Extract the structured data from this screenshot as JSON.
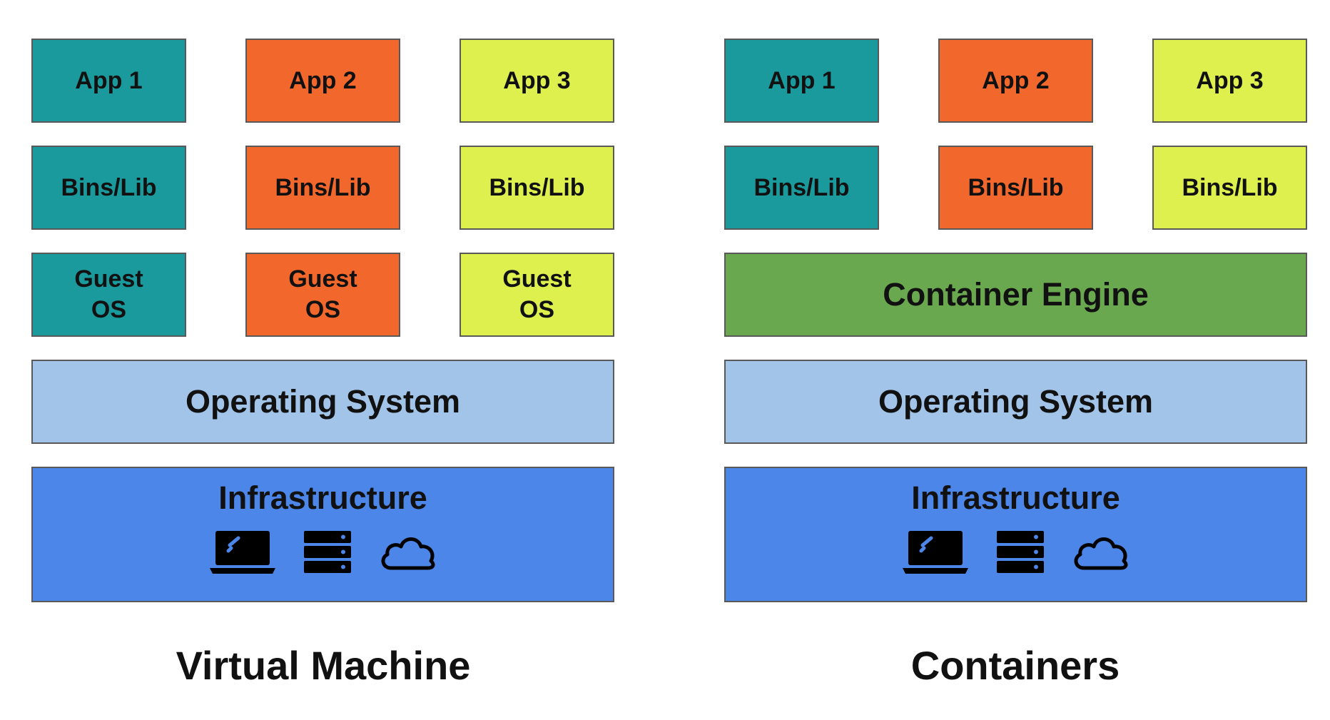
{
  "colors": {
    "app1": "#1a9a9c",
    "app2": "#f2682c",
    "app3": "#ddf04e",
    "engine": "#6aa84f",
    "os": "#a2c4e8",
    "infra": "#4c86e8"
  },
  "icons": [
    "laptop-icon",
    "server-icon",
    "cloud-icon"
  ],
  "vm": {
    "apps": [
      "App 1",
      "App 2",
      "App 3"
    ],
    "bins": [
      "Bins/Lib",
      "Bins/Lib",
      "Bins/Lib"
    ],
    "guest_os": [
      {
        "line1": "Guest",
        "line2": "OS"
      },
      {
        "line1": "Guest",
        "line2": "OS"
      },
      {
        "line1": "Guest",
        "line2": "OS"
      }
    ],
    "os": "Operating System",
    "infra": "Infrastructure",
    "caption": "Virtual Machine"
  },
  "containers": {
    "apps": [
      "App 1",
      "App 2",
      "App 3"
    ],
    "bins": [
      "Bins/Lib",
      "Bins/Lib",
      "Bins/Lib"
    ],
    "engine": "Container Engine",
    "os": "Operating System",
    "infra": "Infrastructure",
    "caption": "Containers"
  }
}
